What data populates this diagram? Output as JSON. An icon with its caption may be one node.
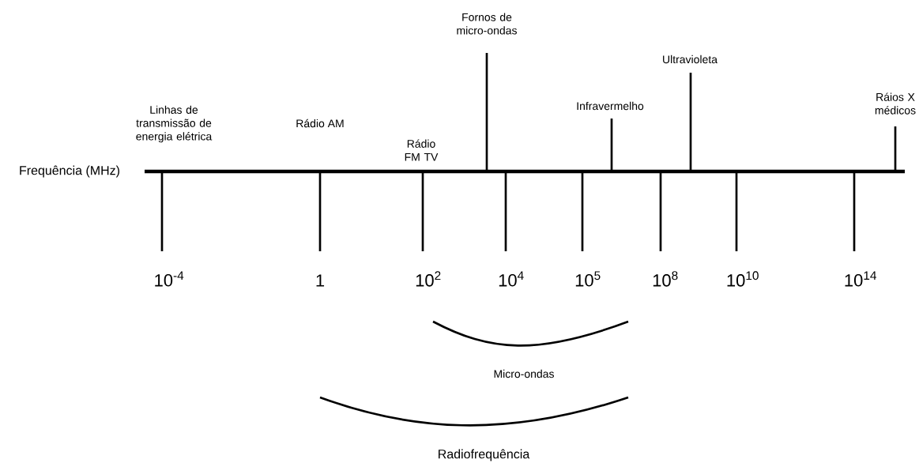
{
  "diagram": {
    "labels": [
      "Fornos de micro-ondas",
      "Ultravioleta",
      "Infravermelho",
      "Linhas de transmissão de energia elétrica",
      "Ráios X médicos",
      "Rádio AM",
      "Rádio FM TV",
      "Frequência (MHz)",
      "10$^{-4}$",
      "1",
      "10$^{2}$",
      "10$^{4}$",
      "10$^{5}$",
      "10$^{8}$",
      "10$^{10}$",
      "10$^{14}$",
      "Micro-ondas",
      "Radiofrequência"
    ]
  }
}
